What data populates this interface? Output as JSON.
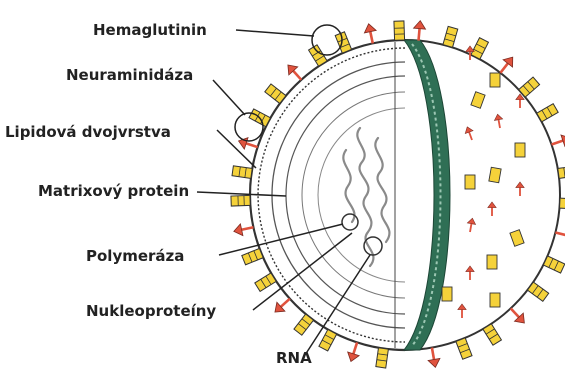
{
  "labels": {
    "hemagglutinin": "Hemaglutinin",
    "neuraminidase": "Neuraminidáza",
    "lipid_bilayer": "Lipidová dvojvrstva",
    "matrix_protein": "Matrixový protein",
    "polymerase": "Polymeráza",
    "nucleoproteins": "Nukleoproteíny",
    "rna": "RNA"
  },
  "colors": {
    "hemagglutinin": "#F5D23A",
    "neuraminidase": "#E0533E",
    "membrane": "#2F6F55",
    "line": "#222222",
    "background": "#ffffff"
  }
}
